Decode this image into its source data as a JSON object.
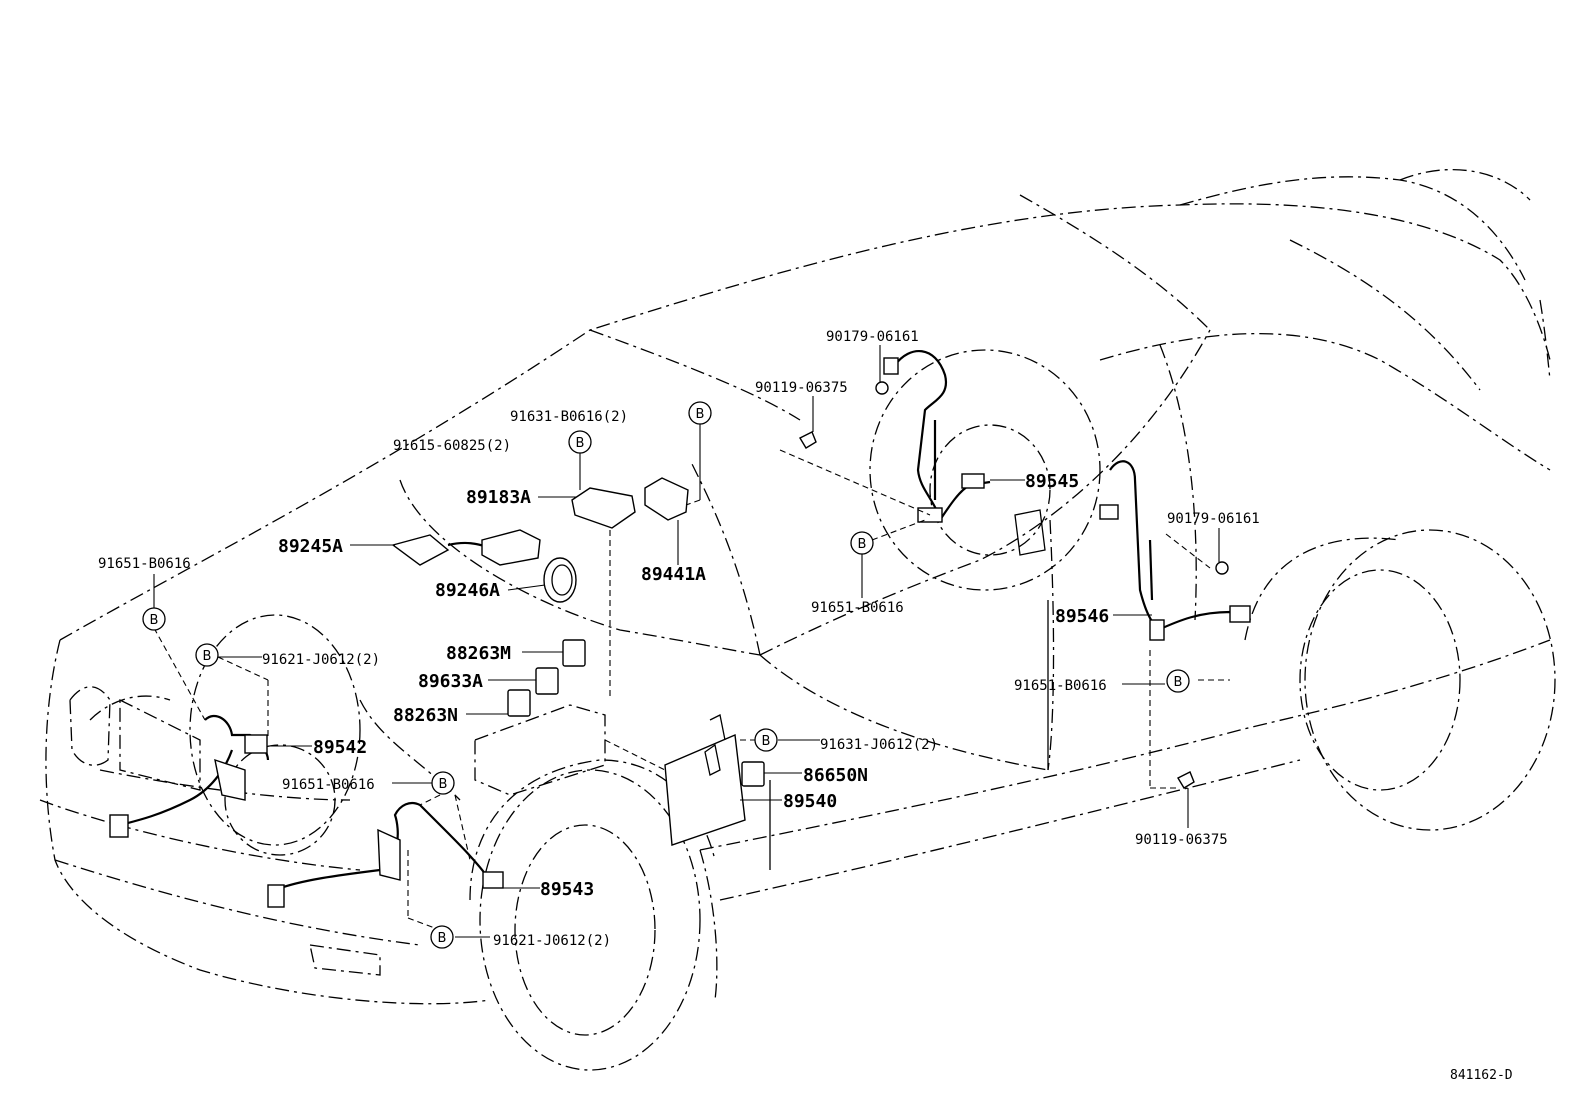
{
  "diagram": {
    "code": "841162-D",
    "bolt_marker": "B",
    "labels": {
      "p90179_top": "90179-06161",
      "p90119_top": "90119-06375",
      "p91631_b0616": "91631-B0616(2)",
      "p91615": "91615-60825(2)",
      "p89183A": "89183A",
      "p89245A": "89245A",
      "p89246A": "89246A",
      "p89441A": "89441A",
      "p89545": "89545",
      "p91651_mid": "91651-B0616",
      "p90179_right": "90179-06161",
      "p89546": "89546",
      "p91651_right": "91651-B0616",
      "p90119_bottom": "90119-06375",
      "p91651_left": "91651-B0616",
      "p91621_top": "91621-J0612(2)",
      "p88263M": "88263M",
      "p89633A": "89633A",
      "p88263N": "88263N",
      "p89542": "89542",
      "p91631_j0612": "91631-J0612(2)",
      "p86650N": "86650N",
      "p89540": "89540",
      "p91651_lower": "91651-B0616",
      "p89543": "89543",
      "p91621_bottom": "91621-J0612(2)"
    }
  }
}
